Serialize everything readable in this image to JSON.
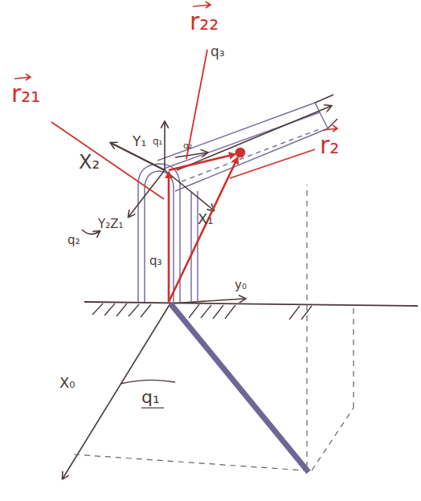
{
  "diagram": {
    "labels": [
      "r₂₂",
      "r₂₁",
      "r₂",
      "X₂",
      "Y₁",
      "q₁",
      "q₃",
      "q₂",
      "X₁",
      "Y₂Z₁",
      "q₂",
      "q₃",
      "y₀",
      "X₀",
      "q₁"
    ]
  }
}
